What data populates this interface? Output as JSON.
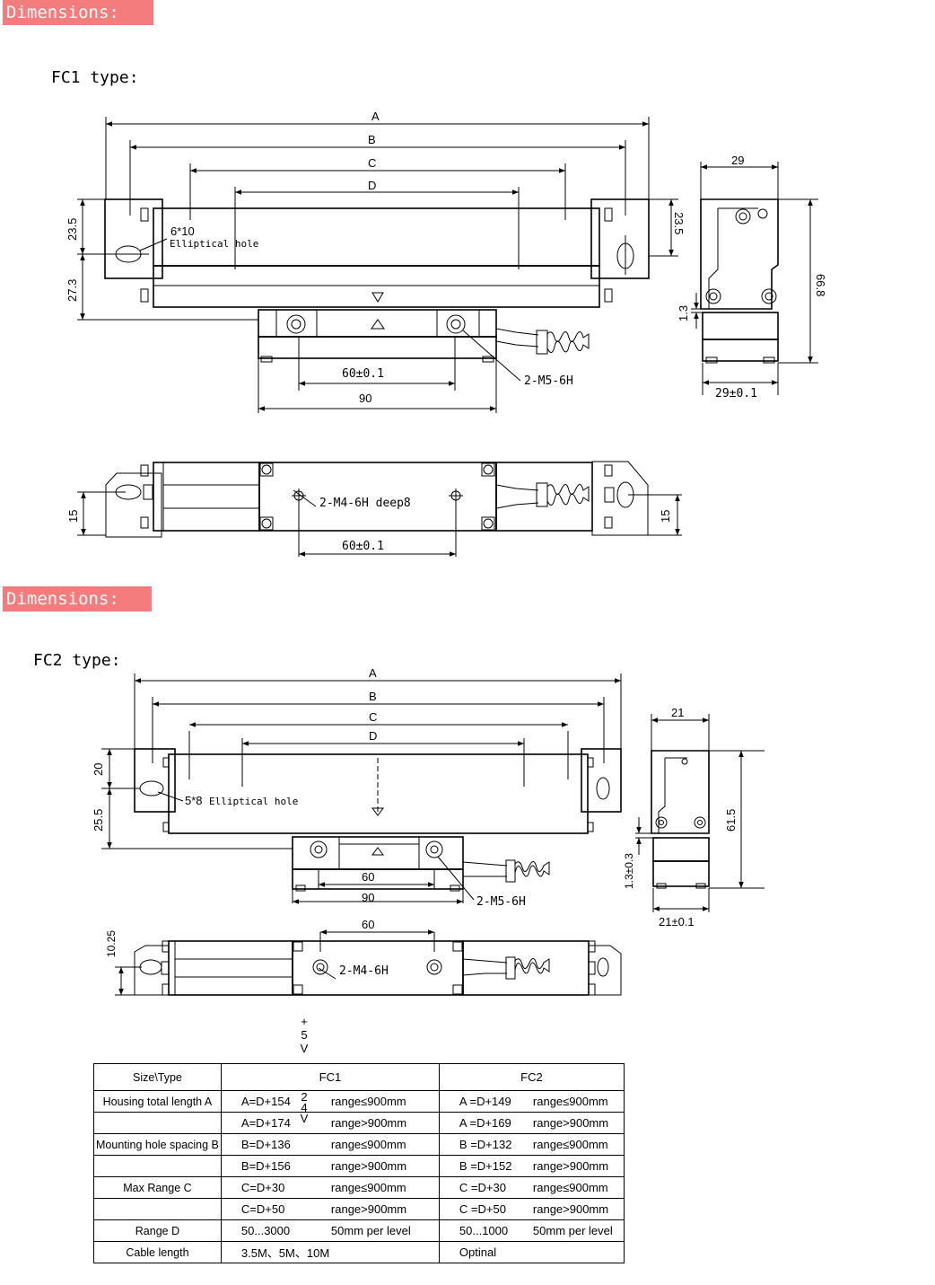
{
  "sections": [
    {
      "header": "Dimensions:",
      "type_label": "FC1 type:"
    },
    {
      "header": "Dimensions:",
      "type_label": "FC2 type:"
    }
  ],
  "fc1": {
    "dims": {
      "A": "A",
      "B": "B",
      "C": "C",
      "D": "D",
      "h1": "23.5",
      "h2": "27.3",
      "h_right": "23.5",
      "w_side": "29",
      "h_side": "66.8",
      "gap": "1.3",
      "w_side_bottom": "29±0.1",
      "hole_spacing": "60±0.1",
      "slider_width": "90",
      "bottom_offset": "15",
      "bottom_offset_right": "15",
      "bottom_hole_spacing": "60±0.1"
    },
    "labels": {
      "hole": "6*10",
      "hole_desc": "Elliptical hole",
      "screw_top": "2-M5-6H",
      "screw_bottom": "2-M4-6H deep8"
    }
  },
  "fc2": {
    "dims": {
      "A": "A",
      "B": "B",
      "C": "C",
      "D": "D",
      "h1": "20",
      "h2": "25.5",
      "w_side": "21",
      "h_side": "61.5",
      "gap": "1.3±0.3",
      "w_side_bottom": "21±0.1",
      "hole_spacing": "60",
      "slider_width": "90",
      "bottom_offset": "10.25",
      "bottom_hole_spacing": "60"
    },
    "labels": {
      "hole": "5*8",
      "hole_desc": "Elliptical hole",
      "screw_top": "2-M5-6H",
      "screw_bottom": "2-M4-6H"
    }
  },
  "stray_text": {
    "plus5v": "+\n5\nV",
    "v24": "2\n4\nV"
  },
  "table": {
    "headers": [
      "Size\\Type",
      "FC1",
      "FC2"
    ],
    "rows": [
      {
        "label": "Housing total length A",
        "fc1": [
          "A=D+154",
          "range≤900mm"
        ],
        "fc2": [
          "A =D+149",
          "range≤900mm"
        ]
      },
      {
        "label": "",
        "fc1": [
          "A=D+174",
          "range>900mm"
        ],
        "fc2": [
          "A =D+169",
          "range>900mm"
        ]
      },
      {
        "label": "Mounting hole spacing B",
        "fc1": [
          "B=D+136",
          "range≤900mm"
        ],
        "fc2": [
          "B =D+132",
          "range≤900mm"
        ]
      },
      {
        "label": "",
        "fc1": [
          "B=D+156",
          "range>900mm"
        ],
        "fc2": [
          "B =D+152",
          "range>900mm"
        ]
      },
      {
        "label": "Max Range C",
        "fc1": [
          "C=D+30",
          "range≤900mm"
        ],
        "fc2": [
          "C =D+30",
          "range≤900mm"
        ]
      },
      {
        "label": "",
        "fc1": [
          "C=D+50",
          "range>900mm"
        ],
        "fc2": [
          "C =D+50",
          "range>900mm"
        ]
      },
      {
        "label": "Range D",
        "fc1": [
          "50...3000",
          "50mm per level"
        ],
        "fc2": [
          "50...1000",
          "50mm per level"
        ]
      },
      {
        "label": "Cable length",
        "fc1": [
          "3.5M、5M、10M",
          ""
        ],
        "fc2": [
          "Optinal",
          ""
        ]
      }
    ]
  }
}
